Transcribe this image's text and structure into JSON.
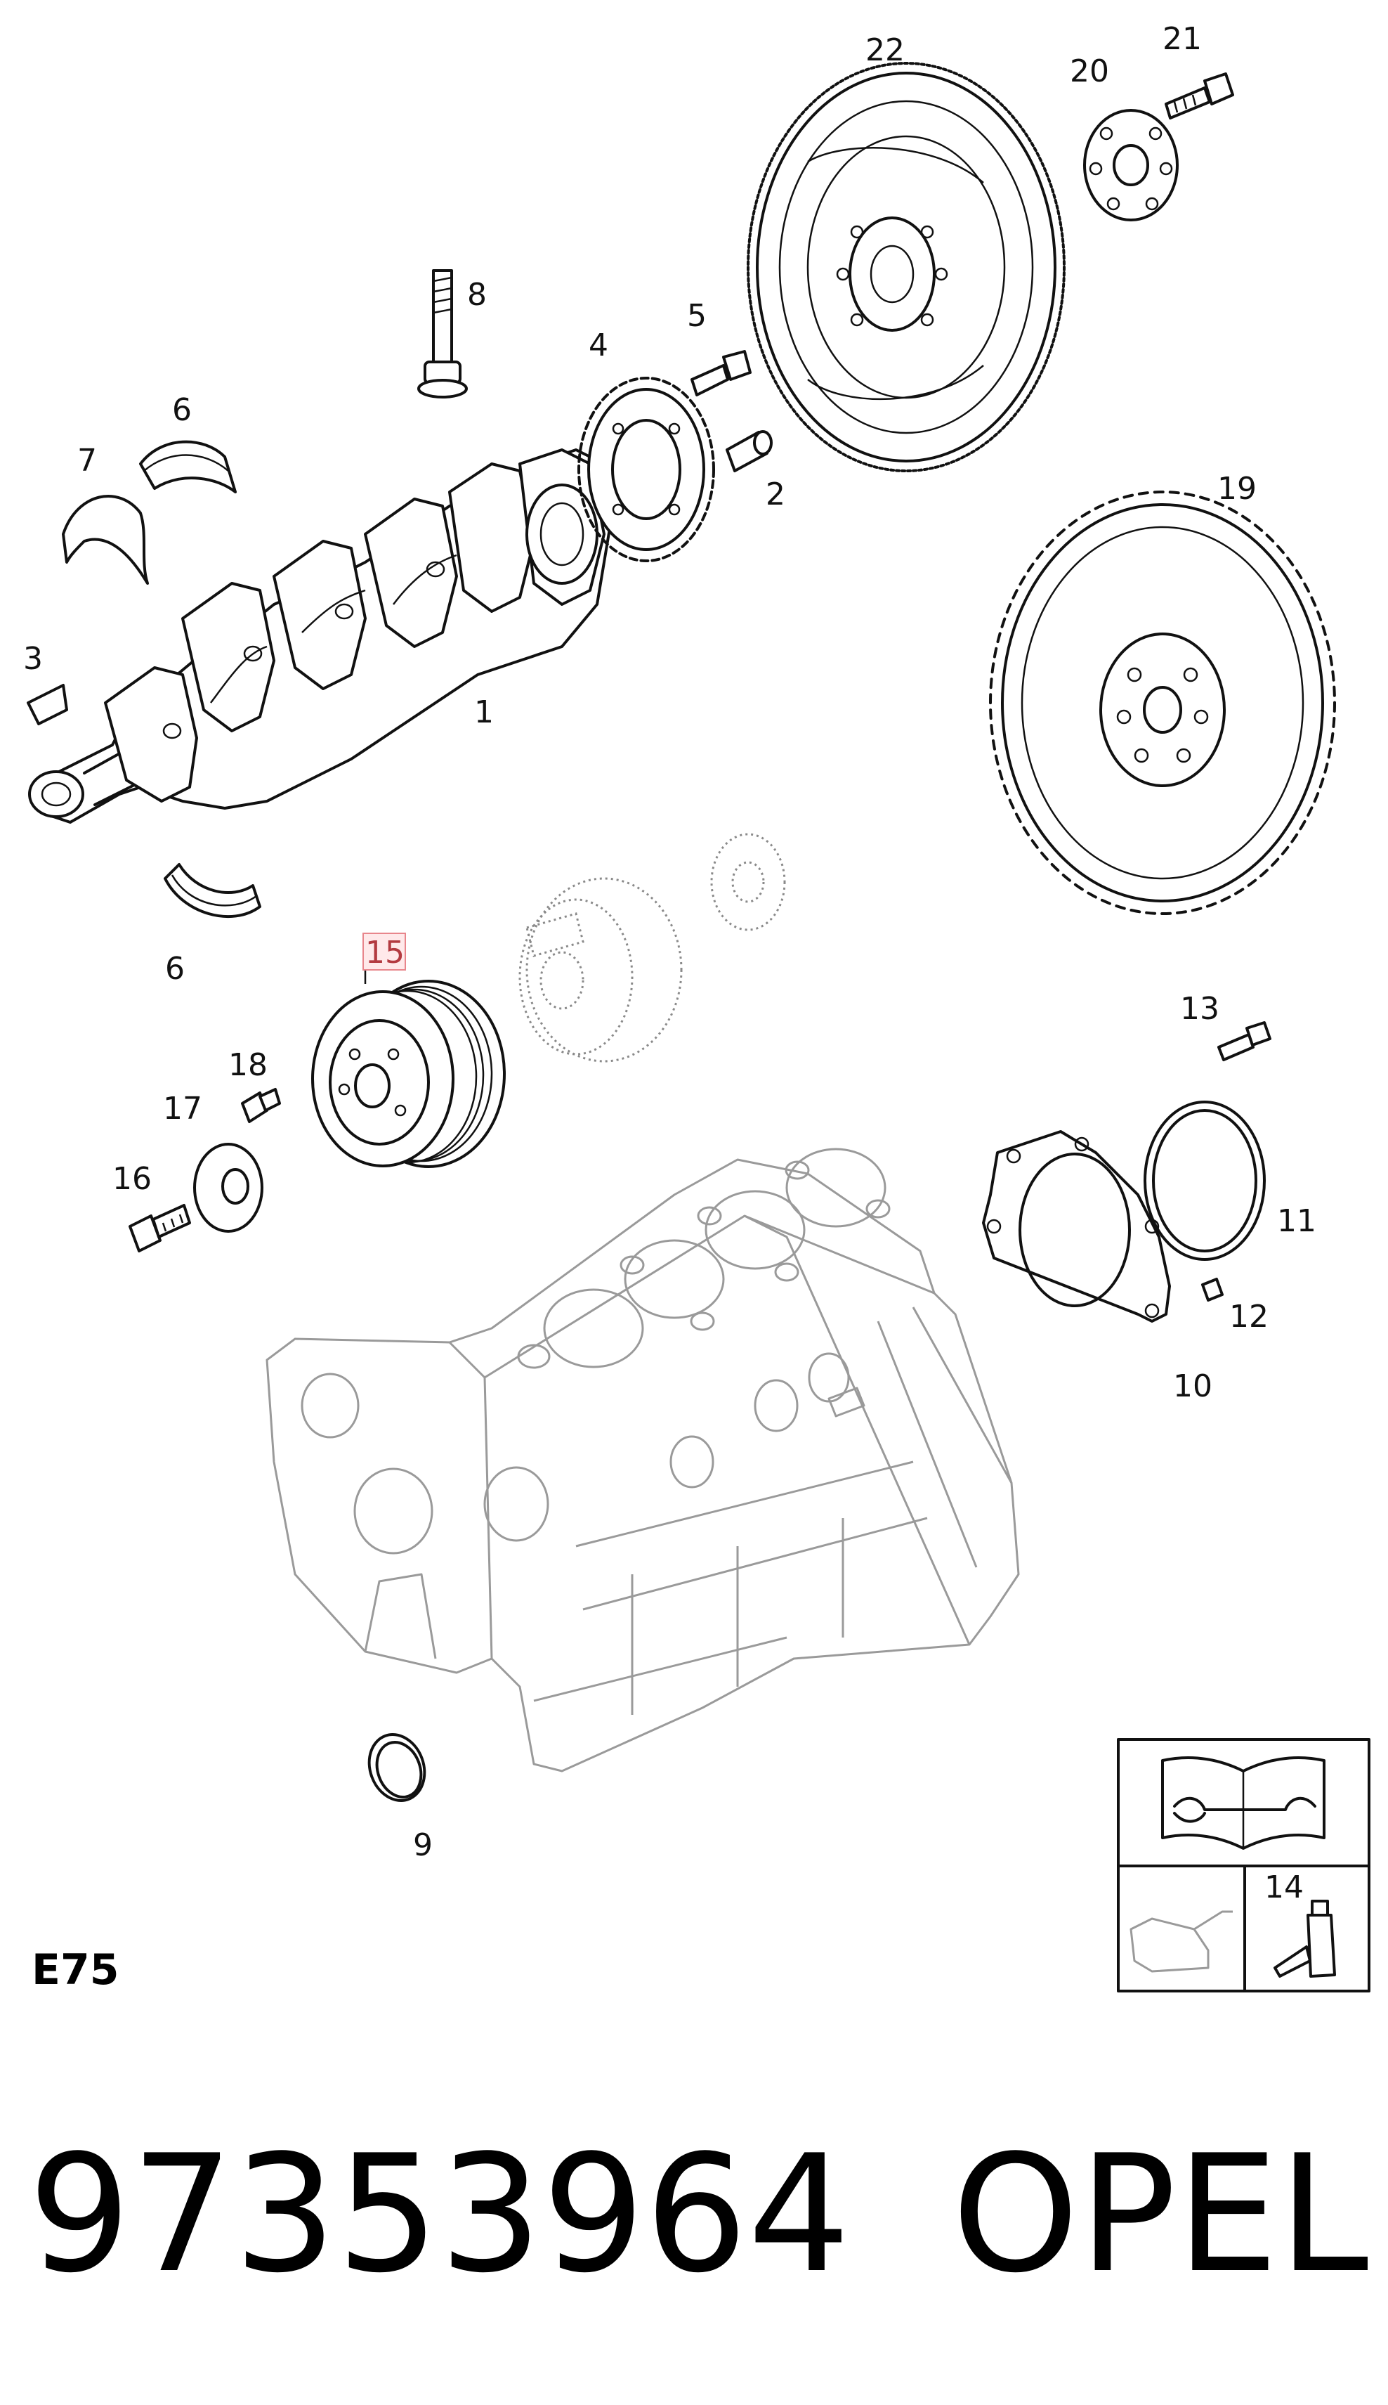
{
  "diagram": {
    "group_code": "E75",
    "selected_label": "15",
    "callouts": [
      "1",
      "2",
      "3",
      "4",
      "5",
      "6",
      "6",
      "7",
      "8",
      "9",
      "10",
      "11",
      "12",
      "13",
      "14",
      "15",
      "16",
      "17",
      "18",
      "19",
      "20",
      "21",
      "22"
    ],
    "part_number": "97353964",
    "brand": "OPEL"
  },
  "colors": {
    "line": "#111111",
    "ghost": "#9a9a9a",
    "highlight": "#e8868c"
  }
}
